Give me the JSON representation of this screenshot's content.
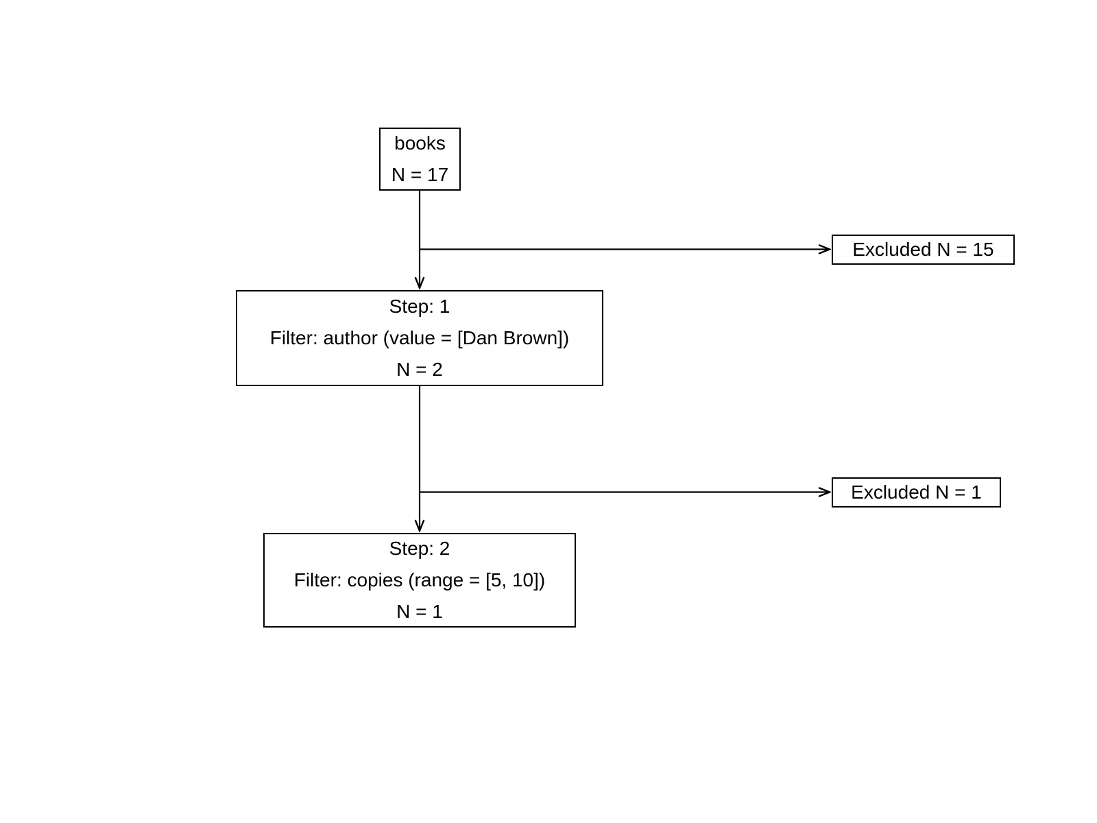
{
  "diagram": {
    "background_color": "#ffffff",
    "stroke_color": "#000000",
    "text_color": "#000000",
    "nodes": {
      "source": {
        "name": "books",
        "count": "N = 17"
      },
      "step1": {
        "title": "Step: 1",
        "filter": "Filter: author (value = [Dan Brown])",
        "count": "N = 2"
      },
      "excluded1": {
        "label": "Excluded N = 15"
      },
      "step2": {
        "title": "Step: 2",
        "filter": "Filter: copies (range = [5, 10])",
        "count": "N = 1"
      },
      "excluded2": {
        "label": "Excluded N = 1"
      }
    }
  }
}
